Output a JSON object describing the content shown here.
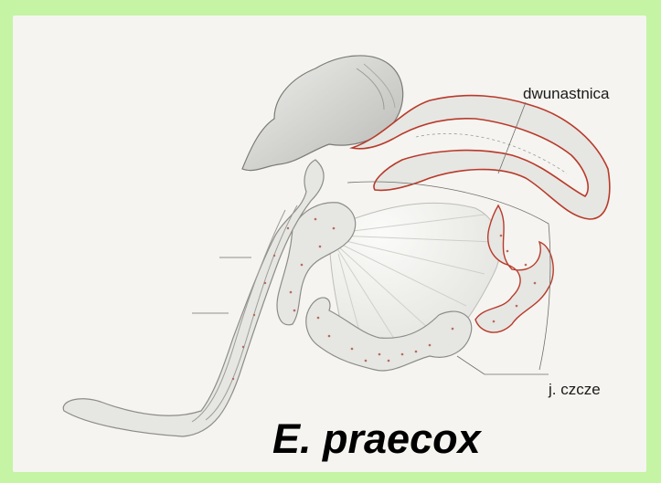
{
  "labels": {
    "duodenum": "dwunastnica",
    "jejunum": "j. czcze"
  },
  "title": "E. praecox",
  "colors": {
    "background": "#c4f4a4",
    "panel": "#f6f4f0",
    "duodenum_outline": "#b83a2a",
    "organ_fill": "#e4e3df",
    "organ_stroke": "#8c8c88",
    "dots": "#b86a5a"
  }
}
